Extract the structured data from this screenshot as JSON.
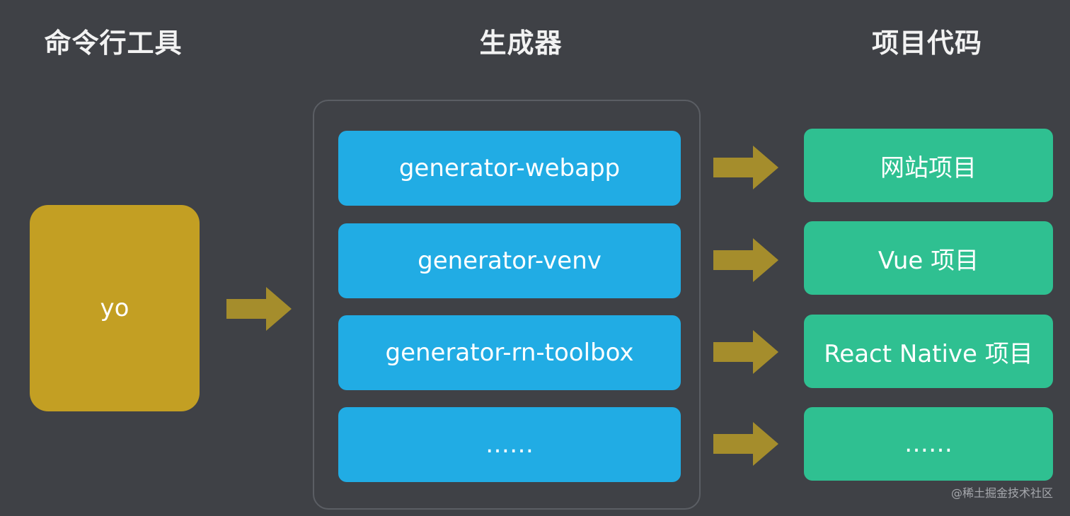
{
  "headers": {
    "cli": "命令行工具",
    "generator": "生成器",
    "project": "项目代码"
  },
  "tool": {
    "label": "yo"
  },
  "generators": [
    {
      "label": "generator-webapp"
    },
    {
      "label": "generator-venv"
    },
    {
      "label": "generator-rn-toolbox"
    },
    {
      "label": "……"
    }
  ],
  "projects": [
    {
      "label": "网站项目"
    },
    {
      "label": "Vue 项目"
    },
    {
      "label": "React Native 项目"
    },
    {
      "label": "……"
    }
  ],
  "watermark": "@稀土掘金技术社区",
  "colors": {
    "background": "#3f4146",
    "tool": "#c39f23",
    "generator": "#21ace4",
    "project": "#2fc091",
    "arrow": "#a58d2c"
  }
}
